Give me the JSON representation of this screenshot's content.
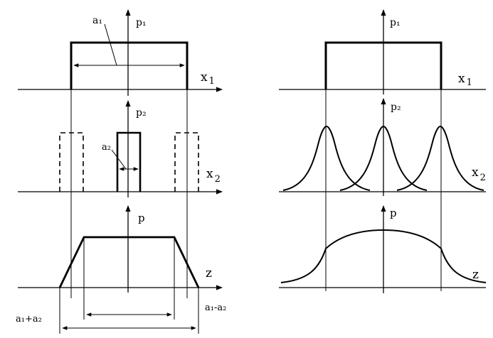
{
  "left_panel": {
    "top": {
      "axis_y": "p₁",
      "axis_x": "x",
      "axis_x_sub": "1",
      "width_label": "a₁"
    },
    "middle": {
      "axis_y": "p₂",
      "axis_x": "x",
      "axis_x_sub": "2",
      "width_label": "a₂"
    },
    "bottom": {
      "axis_y": "p",
      "axis_x": "z"
    },
    "sum_label": "a₁+a₂",
    "diff_label": "a₁-a₂"
  },
  "right_panel": {
    "top": {
      "axis_y": "p₁",
      "axis_x": "x",
      "axis_x_sub": "1"
    },
    "middle": {
      "axis_y": "p₂",
      "axis_x": "x",
      "axis_x_sub": "2"
    },
    "bottom": {
      "axis_y": "p",
      "axis_x": "z"
    }
  }
}
